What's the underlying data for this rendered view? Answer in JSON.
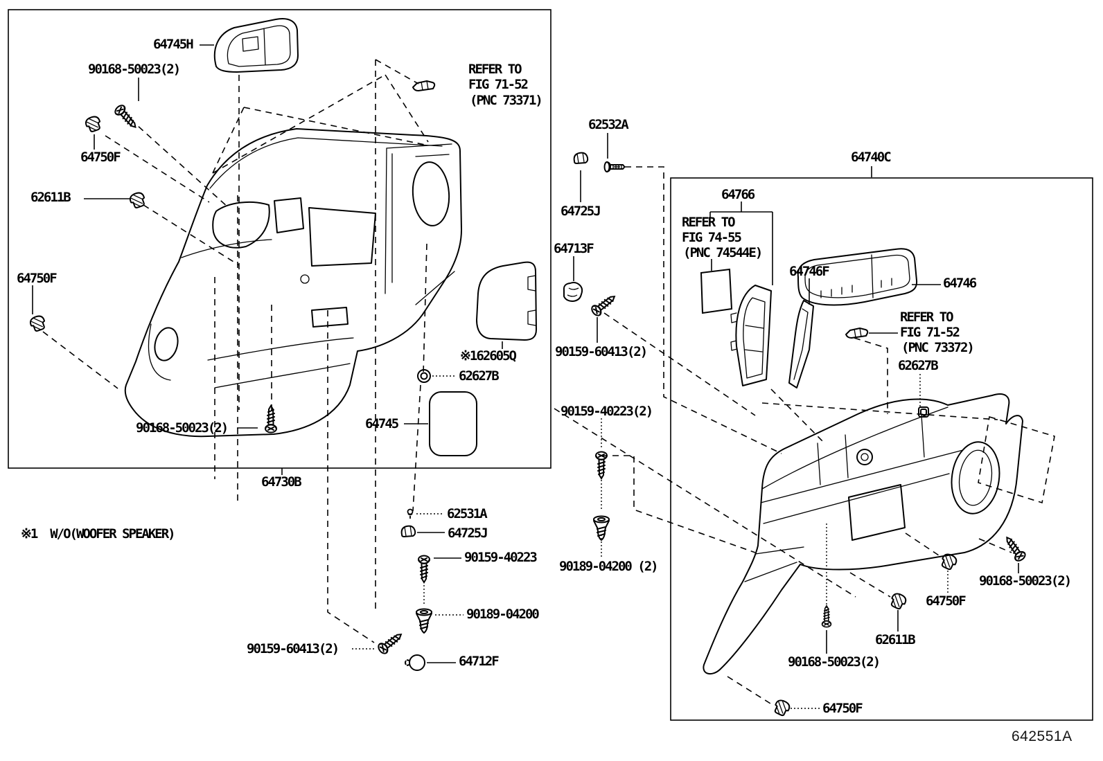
{
  "diagram": {
    "figure_id": "642551A",
    "footnote": "※1  W/O(WOOFER SPEAKER)"
  },
  "left_box": {
    "caption": "64730B",
    "refer_73371": {
      "line1": "REFER TO",
      "line2": "FIG 71-52",
      "line3": "(PNC 73371)"
    },
    "parts": {
      "p64745H": "64745H",
      "p90168_50023_top": "90168-50023(2)",
      "p64750F_top": "64750F",
      "p62611B": "62611B",
      "p64750F_side": "64750F",
      "p90168_50023_bottom": "90168-50023(2)",
      "p64745": "64745",
      "p62627B": "62627B",
      "p62605Q": "※162605Q"
    },
    "fasteners": {
      "p62531A": "62531A",
      "p64725J": "64725J",
      "p90159_40223": "90159-40223",
      "p90189_04200": "90189-04200",
      "p90159_60413": "90159-60413(2)",
      "p64712F": "64712F"
    }
  },
  "middle": {
    "p62532A": "62532A",
    "p64725J": "64725J",
    "p64713F": "64713F",
    "p90159_60413": "90159-60413(2)",
    "p90159_40223": "90159-40223(2)",
    "p90189_04200": "90189-04200 (2)"
  },
  "right_box": {
    "caption": "64740C",
    "refer_74544E": {
      "line1": "REFER TO",
      "line2": "FIG 74-55",
      "line3": "(PNC 74544E)"
    },
    "refer_73372": {
      "line1": "REFER TO",
      "line2": "FIG 71-52",
      "line3": "(PNC 73372)"
    },
    "parts": {
      "p64766": "64766",
      "p64746F": "64746F",
      "p64746": "64746",
      "p62627B": "62627B",
      "p90168_50023_right": "90168-50023(2)",
      "p64750F_right": "64750F",
      "p62611B": "62611B",
      "p90168_50023_bottom": "90168-50023(2)",
      "p64750F_bottom": "64750F"
    }
  }
}
